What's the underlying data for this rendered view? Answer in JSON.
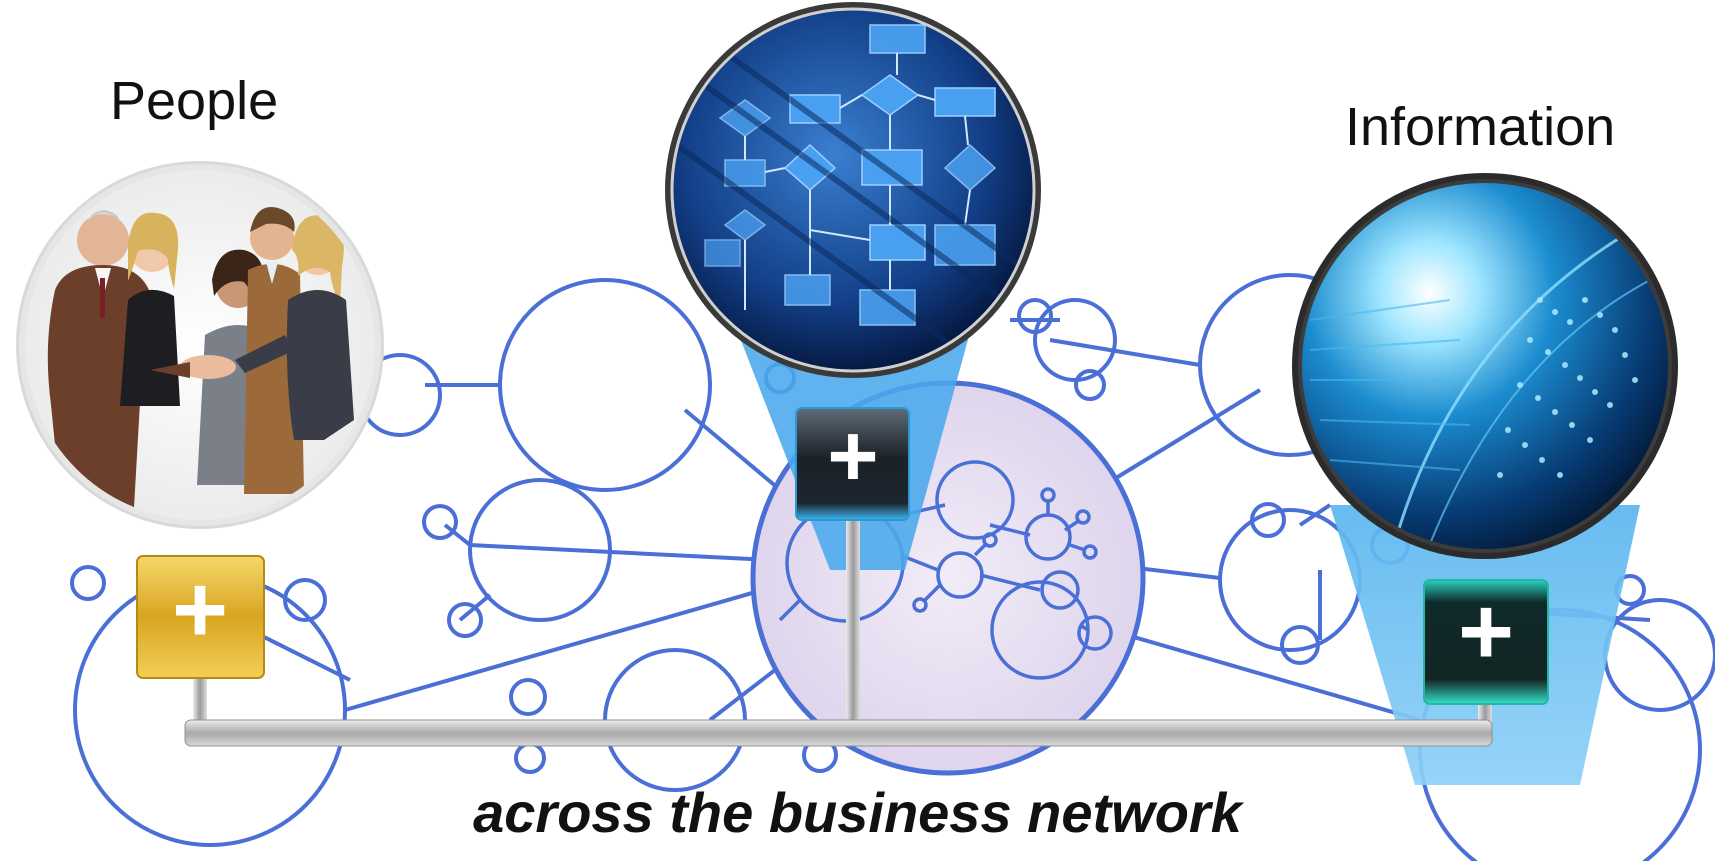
{
  "labels": {
    "people": "People",
    "information": "Information",
    "caption": "across the business network"
  },
  "plus_buttons": [
    {
      "name": "people",
      "glyph": "+",
      "color": "#e4b42a"
    },
    {
      "name": "process",
      "glyph": "+",
      "color": "#2aa8e0"
    },
    {
      "name": "information",
      "glyph": "+",
      "color": "#2fd6c2"
    }
  ],
  "colors": {
    "network_line": "#4a6fd6",
    "hub_fill": "#e6dcf2",
    "beam": "#58b3ee",
    "bar": "#b9b9b9"
  },
  "images": {
    "people": "photo of business people shaking hands",
    "process": "blue flowchart",
    "information": "digital globe"
  }
}
